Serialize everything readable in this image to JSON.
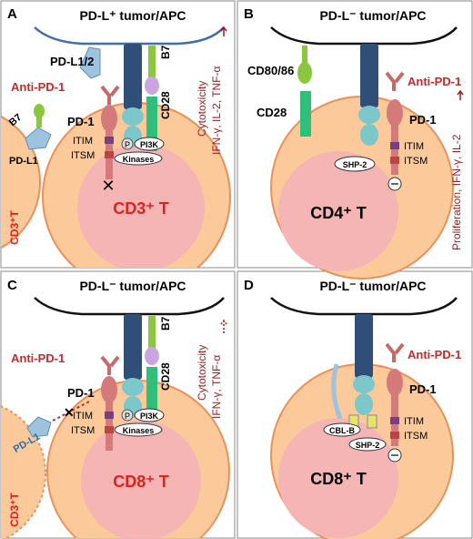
{
  "colors": {
    "cell_fill": "#fbc99a",
    "cell_stroke": "#e8915a",
    "nucleus": "#f6b5b5",
    "membrane_blue": "#3e6fa8",
    "membrane_black": "#111111",
    "tcr_dark": "#2f4f79",
    "tcr_teal": "#7cc7c9",
    "pdl_blue": "#9dc3df",
    "cd28_green": "#2fbf7a",
    "b7_green": "#8cc63f",
    "pd1_pink": "#d57a7a",
    "antibody": "#c46a6a",
    "red_text": "#e0201b",
    "dark_red_text": "#9b1d1d",
    "itim": "#7a3f7f",
    "itsm": "#bb4444"
  },
  "panels": [
    {
      "letter": "A",
      "title": "PD-L⁺ tumor/APC",
      "cell": "CD3⁺ T",
      "labels": {
        "pdl": "PD-L1/2",
        "anti": "Anti-PD-1",
        "pd1": "PD-1",
        "b7": "B7",
        "cd28": "CD28",
        "itim": "ITIM",
        "itsm": "ITSM",
        "p": "P",
        "pi3k": "PI3K",
        "kinases": "Kinases"
      },
      "side_text": [
        "Cytotoxicity",
        "IFN-γ, IL-2, TNF-α"
      ],
      "side_cell": {
        "label": "CD3⁺T",
        "pdl1": "PD-L1",
        "b7": "B7"
      }
    },
    {
      "letter": "B",
      "title": "PD-L⁻ tumor/APC",
      "cell": "CD4⁺ T",
      "labels": {
        "cd80": "CD80/86",
        "cd28": "CD28",
        "anti": "Anti-PD-1",
        "pd1": "PD-1",
        "itim": "ITIM",
        "itsm": "ITSM",
        "shp2": "SHP-2"
      },
      "side_text": [
        "Proliferation, IFN-γ, IL-2"
      ]
    },
    {
      "letter": "C",
      "title": "PD-L⁻ tumor/APC",
      "cell": "CD8⁺ T",
      "labels": {
        "anti": "Anti-PD-1",
        "pd1": "PD-1",
        "b7": "B7",
        "cd28": "CD28",
        "itim": "ITIM",
        "itsm": "ITSM",
        "p": "P",
        "pi3k": "PI3K",
        "kinases": "Kinases"
      },
      "side_text": [
        "Cytotoxicity",
        "IFN-γ, TNF-α"
      ],
      "side_cell": {
        "label": "CD3⁺T",
        "pdl1": "PD-L1"
      }
    },
    {
      "letter": "D",
      "title": "PD-L⁻ tumor/APC",
      "cell": "CD8⁺ T",
      "labels": {
        "anti": "Anti-PD-1",
        "pd1": "PD-1",
        "cblb": "CBL-B",
        "shp2": "SHP-2",
        "itim": "ITIM",
        "itsm": "ITSM"
      }
    }
  ]
}
